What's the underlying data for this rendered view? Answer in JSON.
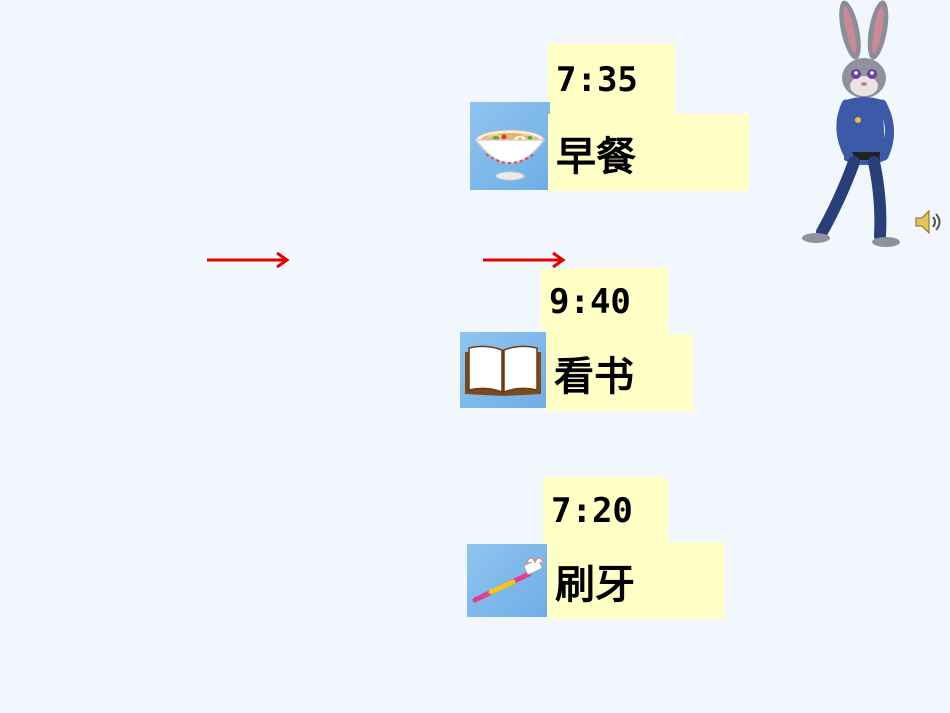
{
  "cards": [
    {
      "time": "7:35",
      "label": "早餐",
      "icon": "noodle-bowl-icon"
    },
    {
      "time": "9:40",
      "label": "看书",
      "icon": "open-book-icon"
    },
    {
      "time": "7:20",
      "label": "刷牙",
      "icon": "toothbrush-icon"
    }
  ],
  "colors": {
    "background": "#f2f7fd",
    "card": "#ffffc6",
    "icon_tile": "#7ab8ea",
    "arrow": "#e60000"
  },
  "decorations": [
    "rabbit-character",
    "speaker-icon",
    "red-arrow",
    "red-arrow"
  ]
}
